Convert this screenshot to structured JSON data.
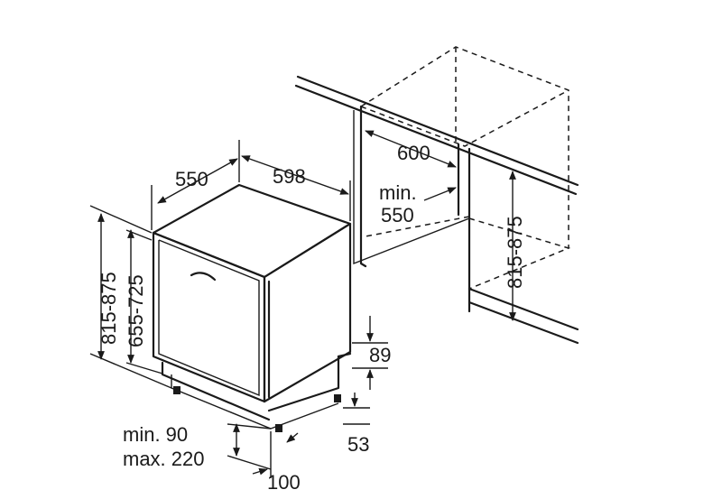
{
  "dimensions": {
    "depth": "550",
    "width": "598",
    "height_left": "815-875",
    "height_inner": "655-725",
    "cabinet_depth": "600",
    "min_label": "min.",
    "min_value": "550",
    "height_right": "815-875",
    "door_dim": "89",
    "foot_dim": "53",
    "plinth_min": "min. 90",
    "plinth_max": "max. 220",
    "plinth_depth": "100"
  }
}
